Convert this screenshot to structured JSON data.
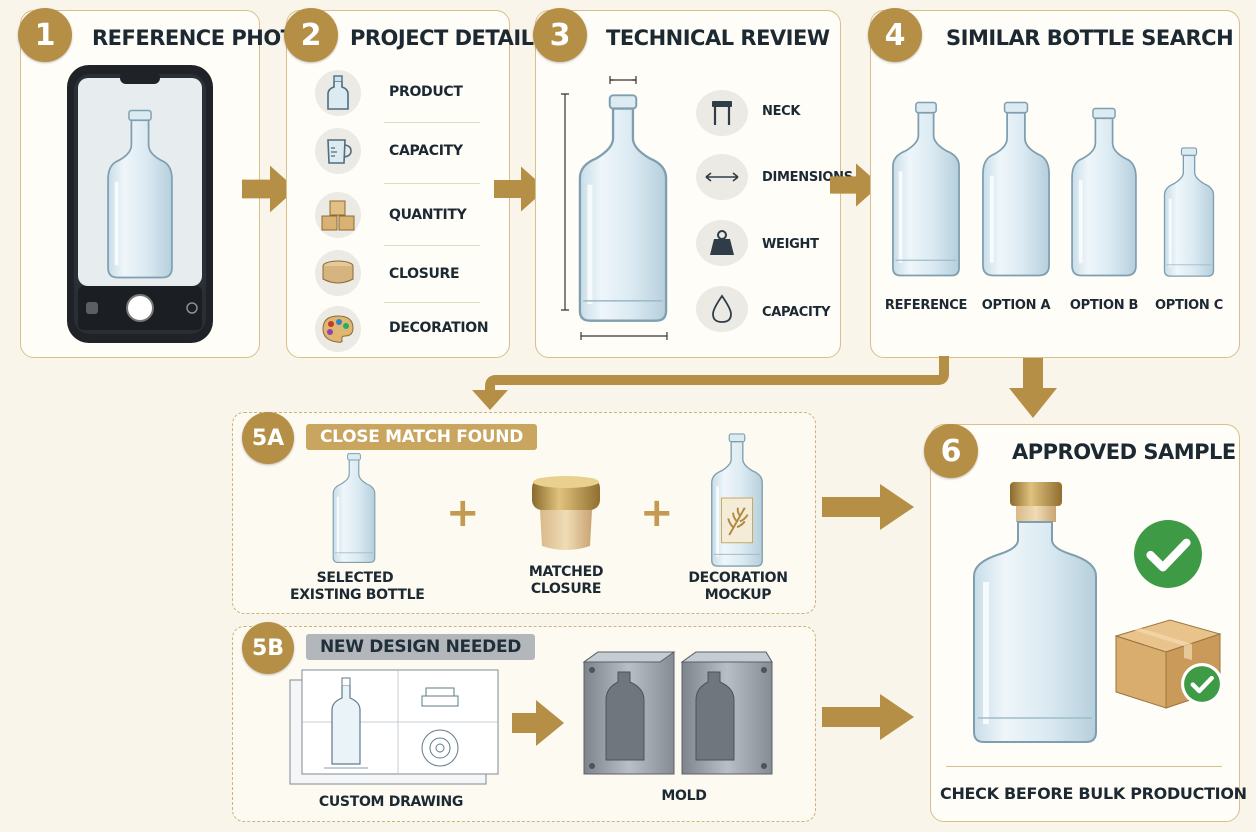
{
  "steps": {
    "s1": {
      "num": "1",
      "title": "REFERENCE PHOTO"
    },
    "s2": {
      "num": "2",
      "title": "PROJECT DETAILS",
      "items": [
        "PRODUCT",
        "CAPACITY",
        "QUANTITY",
        "CLOSURE",
        "DECORATION"
      ]
    },
    "s3": {
      "num": "3",
      "title": "TECHNICAL REVIEW",
      "items": [
        "NECK",
        "DIMENSIONS",
        "WEIGHT",
        "CAPACITY"
      ]
    },
    "s4": {
      "num": "4",
      "title": "SIMILAR BOTTLE SEARCH",
      "items": [
        "REFERENCE",
        "OPTION A",
        "OPTION B",
        "OPTION C"
      ]
    },
    "s5a": {
      "num": "5A",
      "title": "CLOSE MATCH FOUND",
      "items": [
        {
          "l1": "SELECTED",
          "l2": "EXISTING BOTTLE"
        },
        {
          "l1": "MATCHED",
          "l2": "CLOSURE"
        },
        {
          "l1": "DECORATION",
          "l2": "MOCKUP"
        }
      ]
    },
    "s5b": {
      "num": "5B",
      "title": "NEW DESIGN NEEDED",
      "items": [
        "CUSTOM DRAWING",
        "MOLD"
      ]
    },
    "s6": {
      "num": "6",
      "title": "APPROVED SAMPLE",
      "caption": "CHECK BEFORE BULK PRODUCTION"
    }
  },
  "colors": {
    "accent": "#b58f45",
    "panel_border": "#d9bf8c",
    "background": "#faf5ea",
    "check_green": "#3f9a45"
  }
}
